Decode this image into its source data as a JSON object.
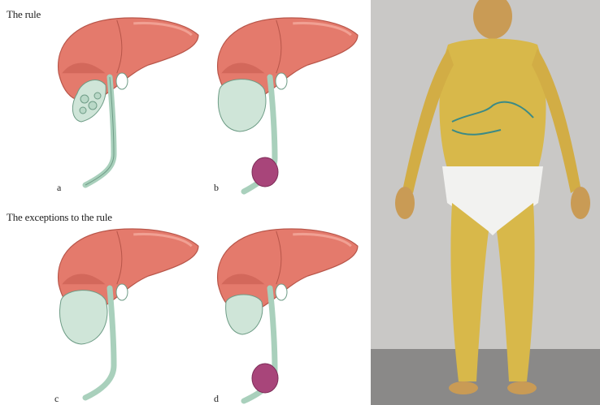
{
  "headings": {
    "rule": "The rule",
    "exceptions": "The exceptions to the rule"
  },
  "panels": [
    {
      "label": "a",
      "gallbladder": "stones",
      "tumor": false
    },
    {
      "label": "b",
      "gallbladder": "enlarged",
      "tumor": true
    },
    {
      "label": "c",
      "gallbladder": "enlarged",
      "tumor": false
    },
    {
      "label": "d",
      "gallbladder": "normal",
      "tumor": true
    }
  ],
  "colors": {
    "liver": "#e47a6c",
    "liver_dark": "#c2574c",
    "gallbladder": "#cfe5d8",
    "duct": "#a9d0bc",
    "tumor": "#a8457a",
    "skin": "#d8b84a",
    "background_photo": "#c9c8c6"
  },
  "icons": [
    "liver-illustration",
    "gallbladder-illustration",
    "jaundiced-patient-photo"
  ]
}
